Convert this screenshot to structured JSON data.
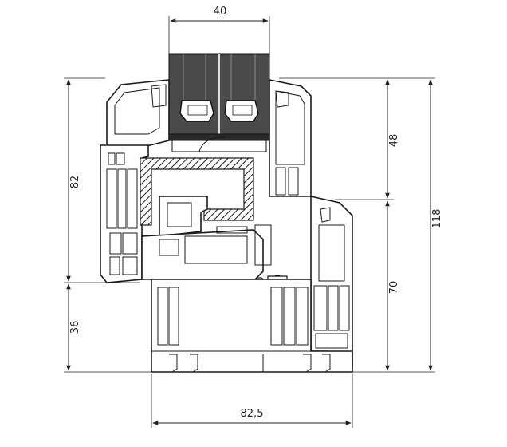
{
  "dimensions": {
    "top_width": "40",
    "left_upper": "82",
    "left_lower": "36",
    "right_upper": "48",
    "right_lower": "70",
    "right_total": "118",
    "bottom_width": "82,5"
  }
}
